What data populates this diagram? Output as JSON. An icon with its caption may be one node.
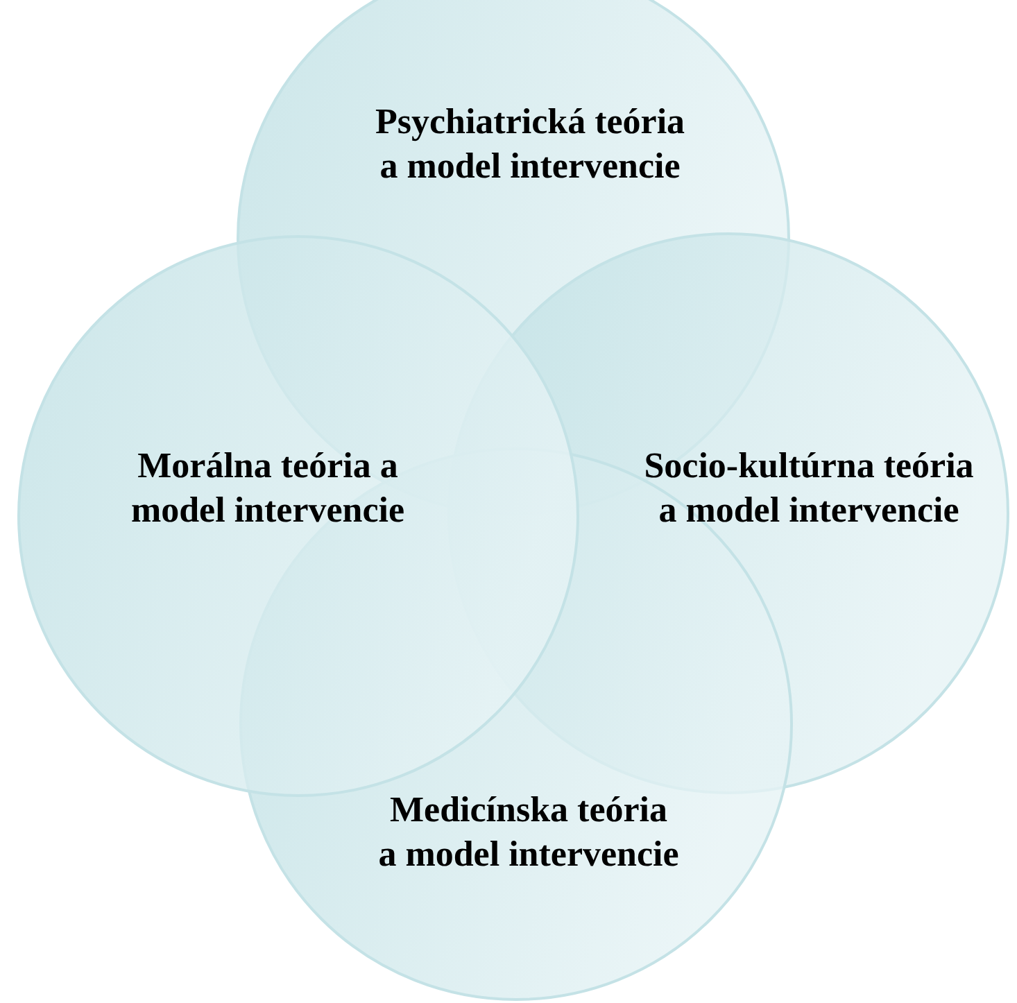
{
  "diagram": {
    "nodes": [
      {
        "text": [
          "Psychiatrická teória a model intervencie"
        ]
      },
      {
        "text": [
          "Morálna teória a model intervencie"
        ]
      },
      {
        "text": [
          "Socio-kultúrna teória a model intervencie"
        ]
      },
      {
        "text": [
          "Medicínska teória a model intervencie"
        ]
      }
    ]
  }
}
